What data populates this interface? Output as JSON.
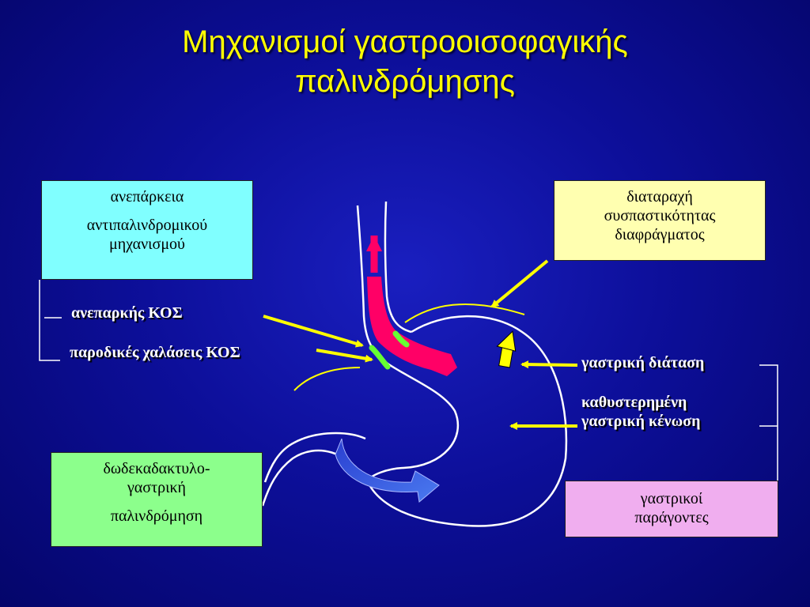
{
  "title": {
    "line1": "Μηχανισμοί γαστροοισοφαγικής",
    "line2": "παλινδρόμησης"
  },
  "boxes": {
    "anti_reflux": {
      "line1": "ανεπάρκεια",
      "line2": "αντιπαλινδρομικού",
      "line3": "μηχανισμού"
    },
    "diaphragm": {
      "line1": "διαταραχή",
      "line2": "συσπαστικότητας",
      "line3": "διαφράγματος"
    },
    "duodenal": {
      "line1": "δωδεκαδακτυλο-",
      "line2": "γαστρική",
      "line3": "παλινδρόμηση"
    },
    "gastric_factors": {
      "line1": "γαστρικοί",
      "line2": "παράγοντες"
    }
  },
  "labels": {
    "inadequate_les": "ανεπαρκής ΚΟΣ",
    "transient_relax": "παροδικές χαλάσεις ΚΟΣ",
    "gastric_distension": "γαστρική διάταση",
    "delayed_emptying_1": "καθυστερημένη",
    "delayed_emptying_2": "γαστρική κένωση"
  },
  "colors": {
    "title": "#ffff00",
    "reflux": "#ff0066",
    "arrows": "#ffff00",
    "sphincter": "#66ff33",
    "duodenal_arrow": "#3355ee"
  }
}
